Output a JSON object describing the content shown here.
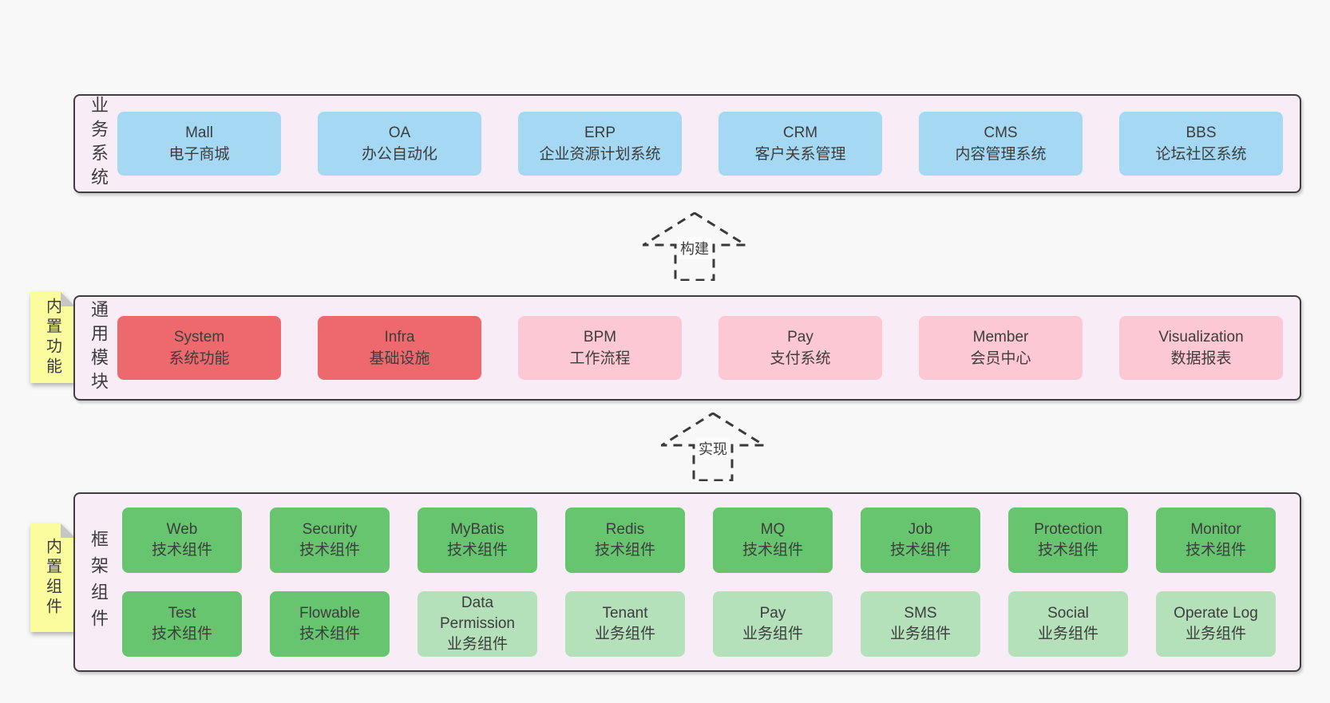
{
  "colors": {
    "page_bg": "#f8f8f8",
    "band_bg": "#f8ecf6",
    "band_border": "#3f3f3f",
    "blue": "#a5d8f2",
    "red": "#ee696e",
    "pink": "#fbc8d3",
    "green": "#67c46f",
    "lightgreen": "#b4e0ba",
    "note_yellow": "#fafc9e",
    "text": "#3d3d3d"
  },
  "arrows": {
    "build": "构建",
    "implement": "实现"
  },
  "band_business": {
    "label": "业务系统",
    "boxes": [
      {
        "name": "Mall",
        "desc": "电子商城",
        "variant": "blue"
      },
      {
        "name": "OA",
        "desc": "办公自动化",
        "variant": "blue"
      },
      {
        "name": "ERP",
        "desc": "企业资源计划系统",
        "variant": "blue"
      },
      {
        "name": "CRM",
        "desc": "客户关系管理",
        "variant": "blue"
      },
      {
        "name": "CMS",
        "desc": "内容管理系统",
        "variant": "blue"
      },
      {
        "name": "BBS",
        "desc": "论坛社区系统",
        "variant": "blue"
      }
    ]
  },
  "band_modules": {
    "label": "通用模块",
    "note": "内置功能",
    "boxes": [
      {
        "name": "System",
        "desc": "系统功能",
        "variant": "red"
      },
      {
        "name": "Infra",
        "desc": "基础设施",
        "variant": "red"
      },
      {
        "name": "BPM",
        "desc": "工作流程",
        "variant": "pink"
      },
      {
        "name": "Pay",
        "desc": "支付系统",
        "variant": "pink"
      },
      {
        "name": "Member",
        "desc": "会员中心",
        "variant": "pink"
      },
      {
        "name": "Visualization",
        "desc": "数据报表",
        "variant": "pink"
      }
    ]
  },
  "band_components": {
    "label": "框架组件",
    "note": "内置组件",
    "row1": [
      {
        "name": "Web",
        "desc": "技术组件",
        "variant": "green"
      },
      {
        "name": "Security",
        "desc": "技术组件",
        "variant": "green"
      },
      {
        "name": "MyBatis",
        "desc": "技术组件",
        "variant": "green"
      },
      {
        "name": "Redis",
        "desc": "技术组件",
        "variant": "green"
      },
      {
        "name": "MQ",
        "desc": "技术组件",
        "variant": "green"
      },
      {
        "name": "Job",
        "desc": "技术组件",
        "variant": "green"
      },
      {
        "name": "Protection",
        "desc": "技术组件",
        "variant": "green"
      },
      {
        "name": "Monitor",
        "desc": "技术组件",
        "variant": "green"
      }
    ],
    "row2": [
      {
        "name": "Test",
        "desc": "技术组件",
        "variant": "green"
      },
      {
        "name": "Flowable",
        "desc": "技术组件",
        "variant": "green"
      },
      {
        "name": "Data Permission",
        "desc": "业务组件",
        "variant": "lightgreen"
      },
      {
        "name": "Tenant",
        "desc": "业务组件",
        "variant": "lightgreen"
      },
      {
        "name": "Pay",
        "desc": "业务组件",
        "variant": "lightgreen"
      },
      {
        "name": "SMS",
        "desc": "业务组件",
        "variant": "lightgreen"
      },
      {
        "name": "Social",
        "desc": "业务组件",
        "variant": "lightgreen"
      },
      {
        "name": "Operate Log",
        "desc": "业务组件",
        "variant": "lightgreen"
      }
    ]
  }
}
